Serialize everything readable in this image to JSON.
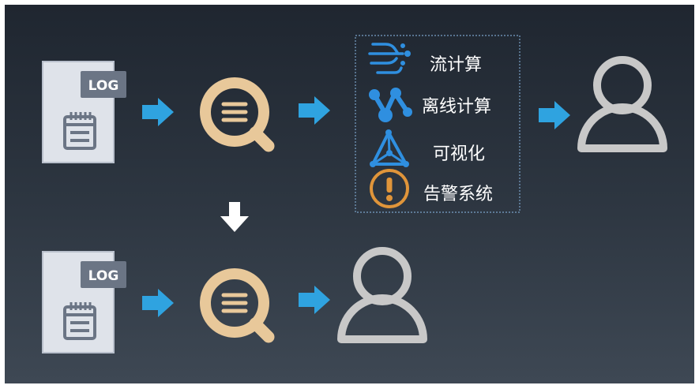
{
  "log_label": "LOG",
  "features": [
    {
      "label": "流计算",
      "icon": "stream-branch-icon"
    },
    {
      "label": "离线计算",
      "icon": "offline-graph-icon"
    },
    {
      "label": "可视化",
      "icon": "triangle-network-icon"
    },
    {
      "label": "告警系统",
      "icon": "warning-circle-icon"
    }
  ],
  "colors": {
    "arrow": "#2fa3e0",
    "search": "#e8c89a",
    "document": "#dfe3ea",
    "user": "#c8c8c8",
    "warning": "#e0953a",
    "feature_icon": "#2f8fe0",
    "down_arrow": "#ffffff"
  }
}
